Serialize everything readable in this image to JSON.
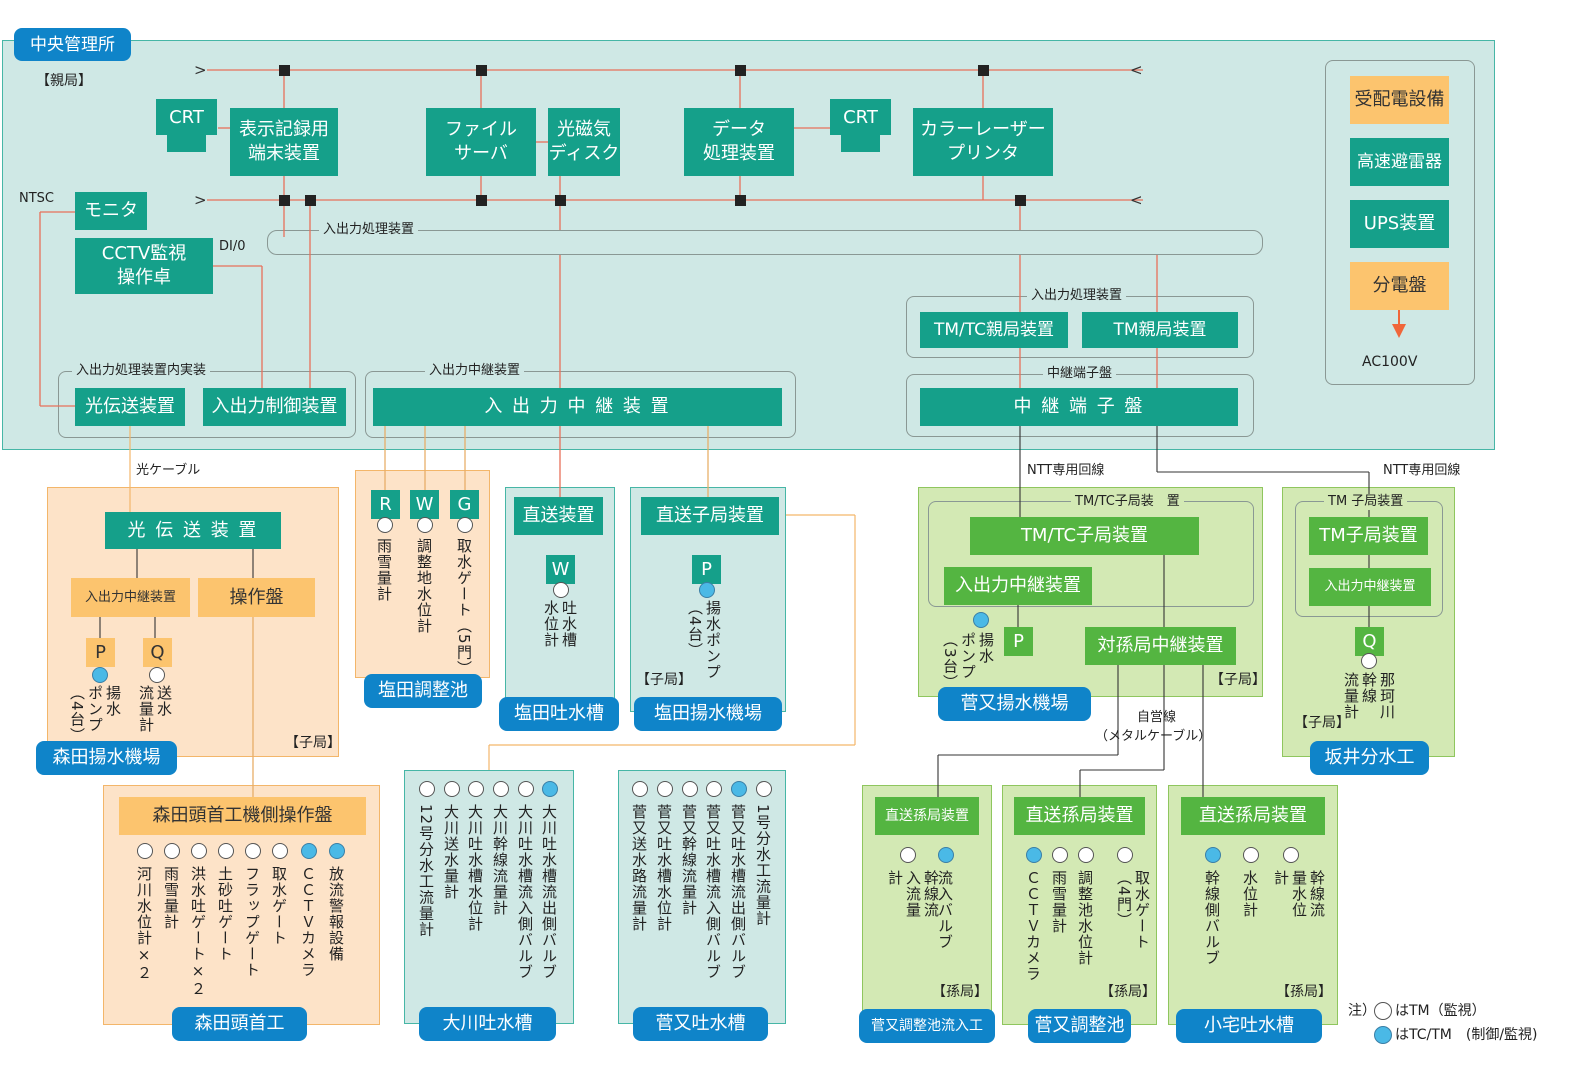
{
  "legend": {
    "note": "注）",
    "tm": "はTM（監視）",
    "tc": "はTC/TM　(制御/監視)"
  },
  "central": {
    "title": "中央管理所",
    "parent_station": "【親局】",
    "crt1": "CRT",
    "display_terminal": "表示記録用\n端末装置",
    "file_server": "ファイル\nサーバ",
    "mo_disk": "光磁気\nディスク",
    "data_processor": "データ\n処理装置",
    "crt2": "CRT",
    "color_laser": "カラーレーザー\nプリンタ",
    "ntsc": "NTSC",
    "monitor": "モニタ",
    "cctv_console": "CCTV監視\n操作卓",
    "dio": "DI/0",
    "io_processor": "入出力処理装置",
    "io_internal": "入出力処理装置内実装",
    "optical_tx": "光伝送装置",
    "io_control": "入出力制御装置",
    "io_relay_group": "入出力中継装置",
    "io_relay": "入 出 力 中 継 装 置",
    "tm_group": "入出力処理装置",
    "tmtc_parent": "TM/TC親局装置",
    "tm_parent": "TM親局装置",
    "relay_terminal_group": "中継端子盤",
    "relay_terminal": "中 継 端 子 盤",
    "power": {
      "receiving": "受配電設備",
      "lightning": "高速避雷器",
      "ups": "UPS装置",
      "distribution": "分電盤",
      "ac": "AC100V"
    }
  },
  "moritaPump": {
    "cable": "光ケーブル",
    "optical_tx": "光 伝 送 装 置",
    "io_relay": "入出力中継装置",
    "panel": "操作盤",
    "p": "P",
    "q": "Q",
    "pump_label": "揚水\nポンプ\n（4台）",
    "flow_label": "送水\n流量計",
    "sub": "【子局】",
    "name": "森田揚水機場"
  },
  "moritaHead": {
    "panel": "森田頭首工機側操作盤",
    "items": [
      "河川水位計×２",
      "雨雪量計",
      "洪水吐ゲート×２",
      "土砂吐ゲート",
      "フラップゲート",
      "取水ゲート",
      "ＣＣＴＶカメラ",
      "放流警報設備"
    ],
    "name": "森田頭首工"
  },
  "shiodaPond": {
    "r": "R",
    "w": "W",
    "g": "G",
    "items": [
      "雨雪量計",
      "調整地水位計",
      "取水ゲート（5門）"
    ],
    "name": "塩田調整池"
  },
  "shiodaOutlet": {
    "device": "直送装置",
    "w": "W",
    "item": "吐水槽\n水位計",
    "name": "塩田吐水槽"
  },
  "shiodaPump": {
    "device": "直送子局装置",
    "p": "P",
    "item": "揚水ポンプ\n（4台）",
    "sub": "【子局】",
    "name": "塩田揚水機場"
  },
  "okawa": {
    "items": [
      "12号分水工流量計",
      "大川送水量計",
      "大川吐水槽水位計",
      "大川幹線流量計",
      "大川吐水槽流入側バルブ",
      "大川吐水槽流出側バルブ"
    ],
    "name": "大川吐水槽"
  },
  "sugamataOutlet": {
    "items": [
      "菅又送水路流量計",
      "菅又吐水槽水位計",
      "菅又幹線流量計",
      "菅又吐水槽流入側バルブ",
      "菅又吐水槽流出側バルブ",
      "1号分水工流量計"
    ],
    "name": "菅又吐水槽"
  },
  "sugamataPump": {
    "ntt": "NTT専用回線",
    "group": "TM/TC子局装　置",
    "tmtc_child": "TM/TC子局装置",
    "io_relay": "入出力中継装置",
    "p": "P",
    "pump_label": "揚水\nポンプ\n（3台）",
    "grand_relay": "対孫局中継装置",
    "sub": "【子局】",
    "name": "菅又揚水機場",
    "own_line": "自営線",
    "metal": "（メタルケーブル）"
  },
  "sakai": {
    "ntt": "NTT専用回線",
    "group": "TM 子局装置",
    "tm_child": "TM子局装置",
    "io_relay": "入出力中継装置",
    "q": "Q",
    "item": "那珂川\n幹線\n流量計",
    "sub": "【子局】",
    "name": "坂井分水工"
  },
  "g1": {
    "device": "直送孫局装置",
    "items": [
      "幹線流入流量計",
      "流入バルブ"
    ],
    "sub": "【孫局】",
    "name": "菅又調整池流入工"
  },
  "g2": {
    "device": "直送孫局装置",
    "items": [
      "ＣＣＴＶカメラ",
      "雨雪量計",
      "調整池水位計",
      "取水ゲート（4門）"
    ],
    "sub": "【孫局】",
    "name": "菅又調整池"
  },
  "g3": {
    "device": "直送孫局装置",
    "items": [
      "幹線側バルブ",
      "水位計",
      "幹線流量水位計"
    ],
    "sub": "【孫局】",
    "name": "小宅吐水槽"
  }
}
